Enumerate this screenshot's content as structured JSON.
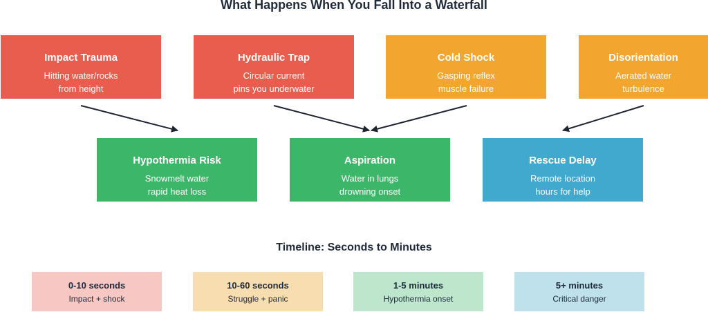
{
  "title": "What Happens When You Fall Into a Waterfall",
  "top_row": [
    {
      "name": "Impact Trauma",
      "line1": "Hitting water/rocks",
      "line2": "from height",
      "color": "#e85d4e"
    },
    {
      "name": "Hydraulic Trap",
      "line1": "Circular current",
      "line2": "pins you underwater",
      "color": "#e85d4e"
    },
    {
      "name": "Cold Shock",
      "line1": "Gasping reflex",
      "line2": "muscle failure",
      "color": "#f2a630"
    },
    {
      "name": "Disorientation",
      "line1": "Aerated water",
      "line2": "turbulence",
      "color": "#f2a630"
    }
  ],
  "bottom_row": [
    {
      "name": "Hypothermia Risk",
      "line1": "Snowmelt water",
      "line2": "rapid heat loss",
      "color": "#3cb76a"
    },
    {
      "name": "Aspiration",
      "line1": "Water in lungs",
      "line2": "drowning onset",
      "color": "#3cb76a"
    },
    {
      "name": "Rescue Delay",
      "line1": "Remote location",
      "line2": "hours for help",
      "color": "#41a8ce"
    }
  ],
  "timeline": {
    "title": "Timeline: Seconds to Minutes",
    "items": [
      {
        "label": "0-10 seconds",
        "desc": "Impact + shock",
        "color": "#f6c7c3"
      },
      {
        "label": "10-60 seconds",
        "desc": "Struggle + panic",
        "color": "#f8ddb0"
      },
      {
        "label": "1-5 minutes",
        "desc": "Hypothermia onset",
        "color": "#bde6cc"
      },
      {
        "label": "5+ minutes",
        "desc": "Critical danger",
        "color": "#bfe1ec"
      }
    ]
  }
}
